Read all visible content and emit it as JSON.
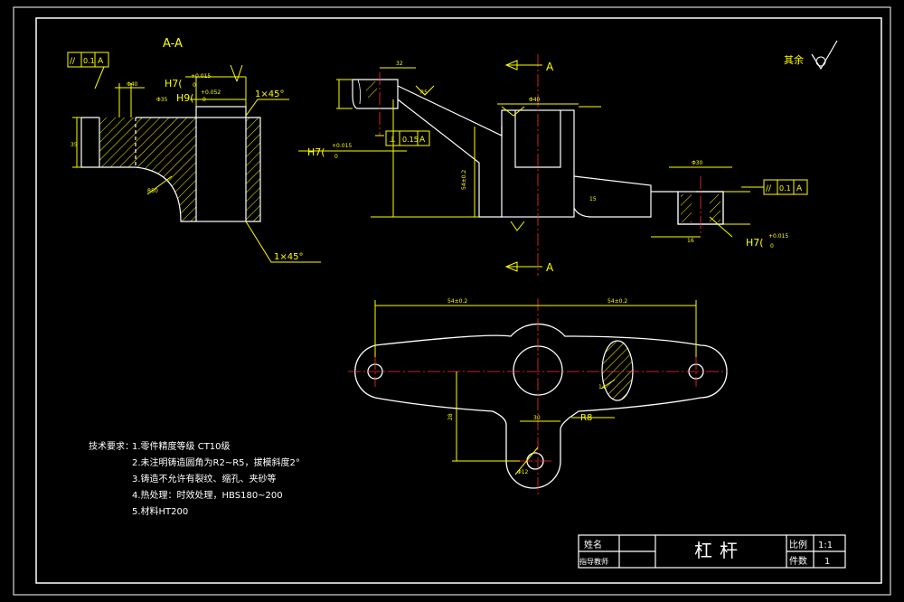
{
  "colors": {
    "background": "#000000",
    "line": "#ffffff",
    "dim": "#ffff00",
    "center": "#ff3030",
    "hatch": "#ffff00"
  },
  "section_label": "A-A",
  "section_marks": {
    "top": "A",
    "bottom": "A"
  },
  "roughness_note": "其余",
  "tolerance_frames": [
    {
      "symbol": "//",
      "value": "0.1",
      "datum": "A"
    },
    {
      "symbol": "⊥",
      "value": "0.15",
      "datum": "A"
    },
    {
      "symbol": "//",
      "value": "0.1",
      "datum": "A"
    }
  ],
  "dimensions": {
    "h7_a": "H7(",
    "h7_a_up": "+0.015",
    "h7_a_dn": "0",
    "h9": "H9(",
    "h9_up": "+0.052",
    "h9_dn": "0",
    "chamfer_top": "1×45°",
    "chamfer_bottom": "1×45°",
    "h7_b": "H7(",
    "h7_b_up": "+0.015",
    "h7_b_dn": "0",
    "h7_c": "H7(",
    "h7_c_up": "+0.015",
    "h7_c_dn": "0",
    "r8": "R8",
    "span_left": "54±0.2",
    "span_right": "54±0.2",
    "d40": "Φ40",
    "d30": "Φ30",
    "d32": "32",
    "r5": "R5",
    "d12": "Φ12",
    "d16": "Φ16",
    "h14": "14",
    "h16": "16",
    "h28": "28",
    "h54": "54±0.2",
    "h35": "35",
    "w30": "30",
    "h15": "15"
  },
  "tech_requirements": {
    "title": "技术要求：",
    "items": [
      "1.零件精度等级 CT10级",
      "2.未注明铸造圆角为R2~R5，拔模斜度2°",
      "3.铸造不允许有裂纹、缩孔、夹砂等",
      "4.热处理：时效处理，HBS180~200",
      "5.材料HT200"
    ]
  },
  "title_block": {
    "name_label": "姓名",
    "advisor_label": "指导教师",
    "part_name": "杠杆",
    "scale_label": "比例",
    "scale_value": "1:1",
    "qty_label": "件数",
    "qty_value": "1"
  }
}
